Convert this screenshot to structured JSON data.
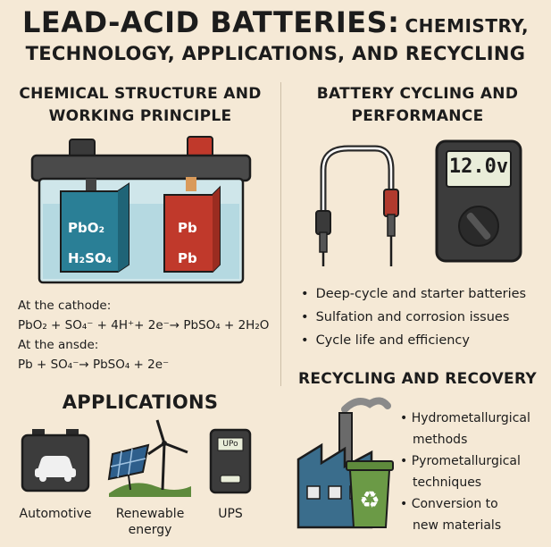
{
  "title": {
    "part1": "LEAD-ACID BATTERIES:",
    "part2": "CHEMISTRY,",
    "line2": "TECHNOLOGY, APPLICATIONS, AND RECYCLING"
  },
  "chemical": {
    "heading_line1": "CHEMICAL STRUCTURE AND",
    "heading_line2": "WORKING PRINCIPLE",
    "cell_left": [
      "PbO₂",
      "H₂SO₄"
    ],
    "cell_right": [
      "Pb",
      "Pb"
    ],
    "cathode_label": "At the cathode:",
    "cathode_eq": "PbO₂ + SO₄⁻ + 4H⁺+ 2e⁻→ PbSO₄ + 2H₂O",
    "anode_label": "At the ansde:",
    "anode_eq": "Pb + SO₄⁻→ PbSO₄ + 2e⁻"
  },
  "cycling": {
    "heading_line1": "BATTERY CYCLING AND",
    "heading_line2": "PERFORMANCE",
    "meter_reading": "12.0v",
    "bullets": [
      "Deep-cycle and starter batteries",
      "Sulfation and corrosion issues",
      "Cycle life and efficiency"
    ]
  },
  "applications": {
    "heading": "APPLICATIONS",
    "items": [
      {
        "label": "Automotive",
        "icon": "car-battery-icon"
      },
      {
        "label_line1": "Renewable",
        "label_line2": "energy",
        "icon": "solar-wind-icon"
      },
      {
        "label": "UPS",
        "icon": "ups-icon",
        "device_text": "UPo"
      }
    ]
  },
  "recycling": {
    "heading": "RECYCLING AND RECOVERY",
    "items": [
      [
        "Hydrometallurgical",
        "methods"
      ],
      [
        "Pyrometallurgical",
        "techniques"
      ],
      [
        "Conversion to",
        "new materials"
      ]
    ]
  },
  "colors": {
    "background": "#f5e9d6",
    "cathode_blue": "#2a7f96",
    "anode_red": "#c0392b",
    "multimeter": "#3c3c3c",
    "recycle_green": "#5e8a3c"
  }
}
